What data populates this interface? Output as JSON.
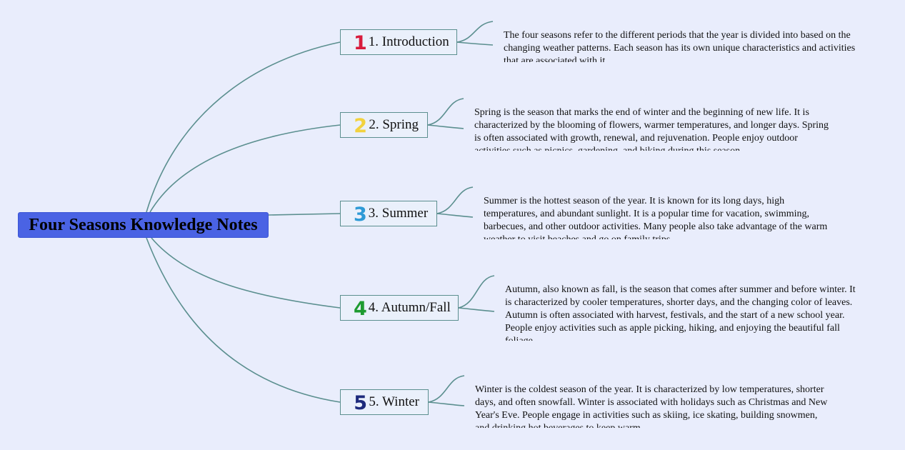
{
  "root": {
    "title": "Four Seasons Knowledge Notes"
  },
  "branches": [
    {
      "number": "1",
      "icon": "number-1-icon",
      "icon_color": "#d81b3c",
      "label": "1. Introduction",
      "note": "The four seasons refer to the different periods that the year is divided into based on the changing weather patterns. Each season has its own unique characteristics and activities that are associated with it."
    },
    {
      "number": "2",
      "icon": "number-2-icon",
      "icon_color": "#f2d23e",
      "label": "2. Spring",
      "note": "Spring is the season that marks the end of winter and the beginning of new life. It is characterized by the blooming of flowers, warmer temperatures, and longer days. Spring is often associated with growth, renewal, and rejuvenation. People enjoy outdoor activities such as picnics, gardening, and biking during this season."
    },
    {
      "number": "3",
      "icon": "number-3-icon",
      "icon_color": "#2e9ad6",
      "label": "3. Summer",
      "note": "Summer is the hottest season of the year. It is known for its long days, high temperatures, and abundant sunlight. It is a popular time for vacation, swimming, barbecues, and other outdoor activities. Many people also take advantage of the warm weather to visit beaches and go on family trips."
    },
    {
      "number": "4",
      "icon": "number-4-icon",
      "icon_color": "#1e9b30",
      "label": "4. Autumn/Fall",
      "note": "Autumn, also known as fall, is the season that comes after summer and before winter. It is characterized by cooler temperatures, shorter days, and the changing color of leaves. Autumn is often associated with harvest, festivals, and the start of a new school year. People enjoy activities such as apple picking, hiking, and enjoying the beautiful fall foliage."
    },
    {
      "number": "5",
      "icon": "number-5-icon",
      "icon_color": "#1d2a7c",
      "label": "5. Winter",
      "note": "Winter is the coldest season of the year. It is characterized by low temperatures, shorter days, and often snowfall. Winter is associated with holidays such as Christmas and New Year's Eve. People engage in activities such as skiing, ice skating, building snowmen, and drinking hot beverages to keep warm."
    }
  ],
  "colors": {
    "background": "#e9edfc",
    "root_fill": "#4a63e4",
    "connector": "#5b8f8f",
    "branch_border": "#5b8f8f"
  }
}
